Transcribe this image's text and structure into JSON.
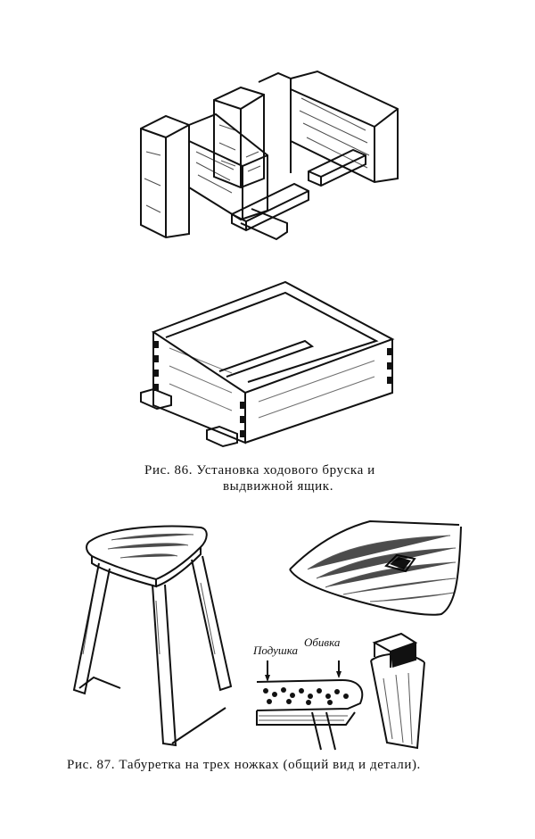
{
  "figures": {
    "fig86": {
      "caption_line1": "Рис. 86. Установка ходового бруска и",
      "caption_line2": "выдвижной ящик."
    },
    "fig87": {
      "caption": "Рис. 87. Табуретка на трех ножках (общий вид и детали).",
      "labels": {
        "cushion": "Подушка",
        "upholstery": "Обивка"
      }
    }
  }
}
